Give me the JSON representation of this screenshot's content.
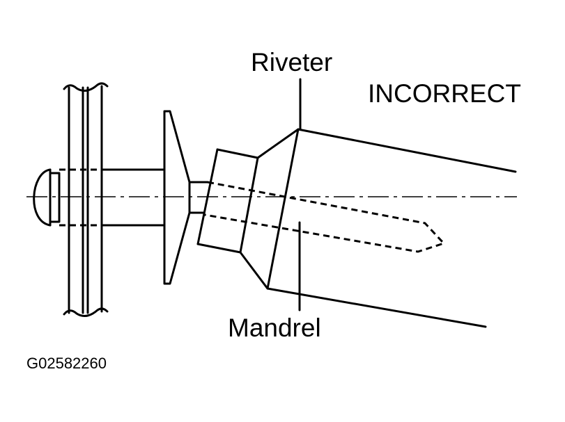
{
  "labels": {
    "riveter": "Riveter",
    "status": "INCORRECT",
    "mandrel": "Mandrel",
    "figure_id": "G02582260"
  },
  "colors": {
    "ink": "#000000",
    "paper": "#ffffff"
  }
}
